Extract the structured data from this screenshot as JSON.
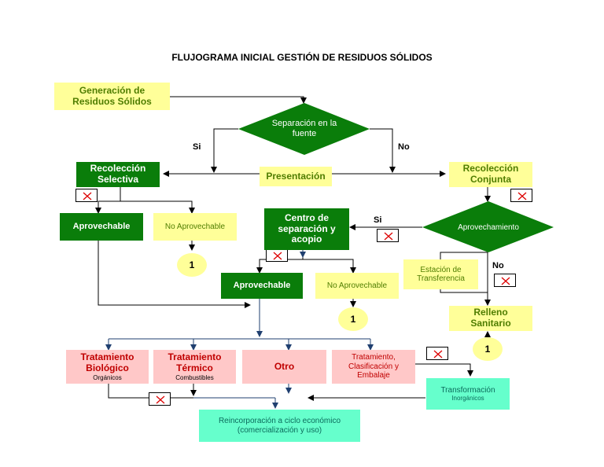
{
  "title": "FLUJOGRAMA INICIAL GESTIÓN DE RESIDUOS SÓLIDOS",
  "colors": {
    "green": "#0a7d0a",
    "yellow": "#ffff99",
    "pink": "#ffc8c8",
    "cyan": "#66ffcc",
    "arrow_dark": "#000000",
    "arrow_blue": "#1f3f6f"
  },
  "nodes": {
    "generacion": [
      "Generación de",
      "Residuos Sólidos"
    ],
    "separacion": [
      "Separación en la",
      "fuente"
    ],
    "presentacion": "Presentación",
    "recoleccion_selectiva": [
      "Recolección",
      "Selectiva"
    ],
    "recoleccion_conjunta": [
      "Recolección",
      "Conjunta"
    ],
    "aprovechable_1": "Aprovechable",
    "no_aprovechable_1": "No Aprovechable",
    "centro_acopio": [
      "Centro de",
      "separación y",
      "acopio"
    ],
    "aprovechamiento": "Aprovechamiento",
    "estacion_transferencia": [
      "Estación de",
      "Transferencia"
    ],
    "aprovechable_2": "Aprovechable",
    "no_aprovechable_2": "No Aprovechable",
    "relleno_sanitario": [
      "Relleno",
      "Sanitario"
    ],
    "tratamiento_biologico": {
      "lines": [
        "Tratamiento",
        "Biológico"
      ],
      "sub": "Orgánicos"
    },
    "tratamiento_termico": {
      "lines": [
        "Tratamiento",
        "Térmico"
      ],
      "sub": "Combustibles"
    },
    "otro": "Otro",
    "tratamiento_clasificacion": [
      "Tratamiento,",
      "Clasificación y",
      "Embalaje"
    ],
    "transformacion": {
      "line": "Transformación",
      "sub": "Inorgánicos"
    },
    "reincorporacion": [
      "Reincorporación a ciclo económico",
      "(comercialización y uso)"
    ]
  },
  "labels": {
    "si_left": "Si",
    "no_right": "No",
    "si_aprovechamiento": "Si",
    "no_aprovechamiento": "No"
  },
  "connectors": {
    "c1": "1",
    "c2": "1",
    "c3": "1"
  }
}
